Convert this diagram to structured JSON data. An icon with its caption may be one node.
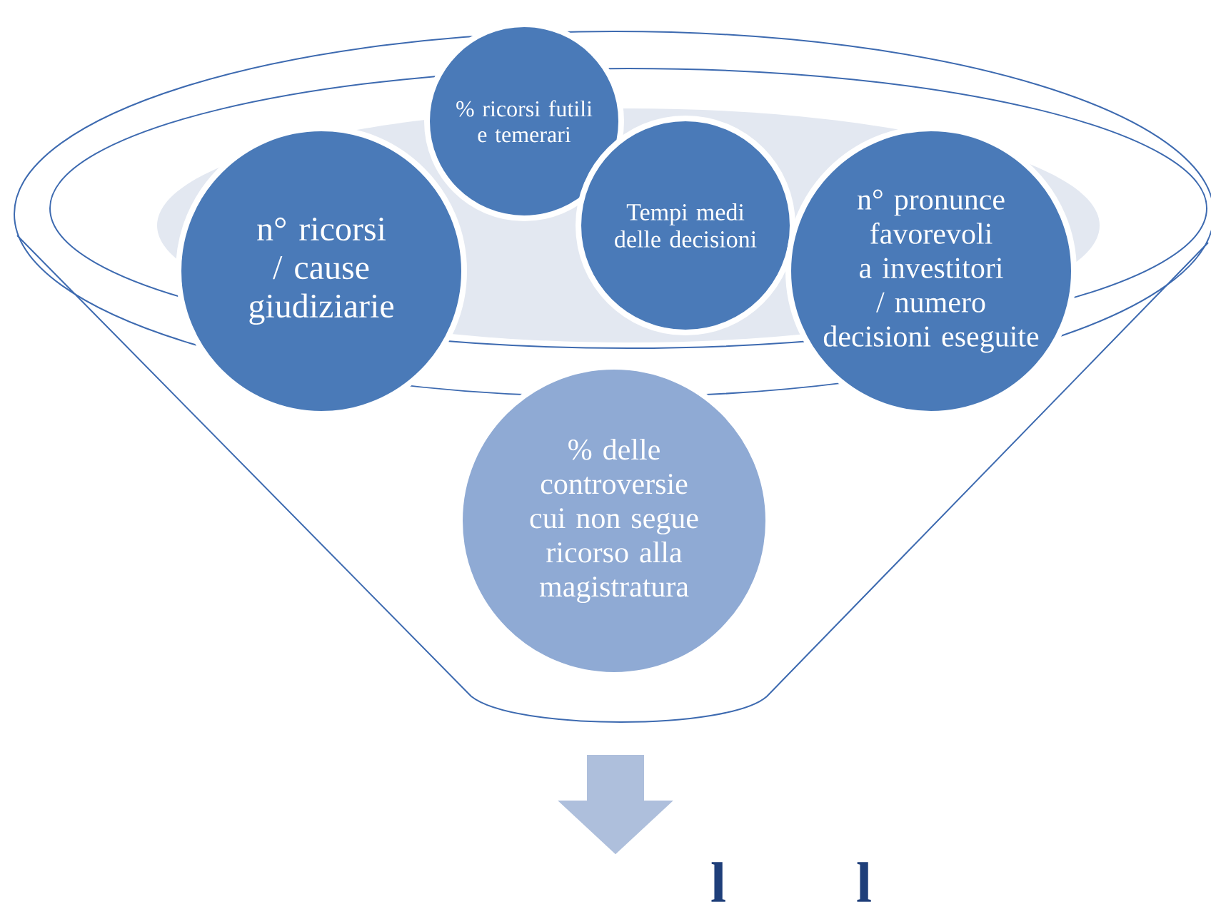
{
  "diagram": {
    "nodes": [
      {
        "text": [
          "n° ricorsi / cause giudiziarie"
        ]
      },
      {
        "text": [
          "% ricorsi futili e temerari"
        ]
      },
      {
        "text": [
          "Tempi medi delle decisioni"
        ]
      },
      {
        "text": [
          "n° pronunce favorevoli a investitori / numero decisioni eseguite"
        ]
      },
      {
        "text": [
          "% delle controversie cui non segue ricorso alla magistratura"
        ]
      }
    ],
    "labels": [
      "l",
      "l"
    ]
  }
}
